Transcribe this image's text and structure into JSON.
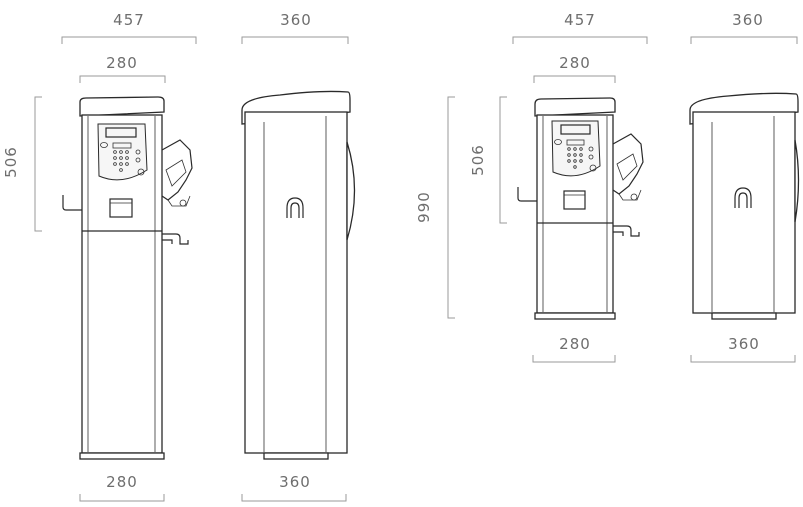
{
  "views": [
    {
      "id": "tall-front",
      "dims": {
        "top_outer": "457",
        "top_inner": "280",
        "side": "506",
        "bottom": "280"
      }
    },
    {
      "id": "tall-side",
      "dims": {
        "top": "360",
        "bottom": "360"
      }
    },
    {
      "id": "short-front",
      "dims": {
        "top_outer": "457",
        "top_inner": "280",
        "side_inner": "506",
        "side_outer": "990",
        "bottom": "280"
      }
    },
    {
      "id": "short-side",
      "dims": {
        "top": "360",
        "bottom": "360"
      }
    }
  ],
  "colors": {
    "line": "#2a2a2a",
    "dimension": "#9a9a9a",
    "dimension_text": "#6e6e6e"
  }
}
